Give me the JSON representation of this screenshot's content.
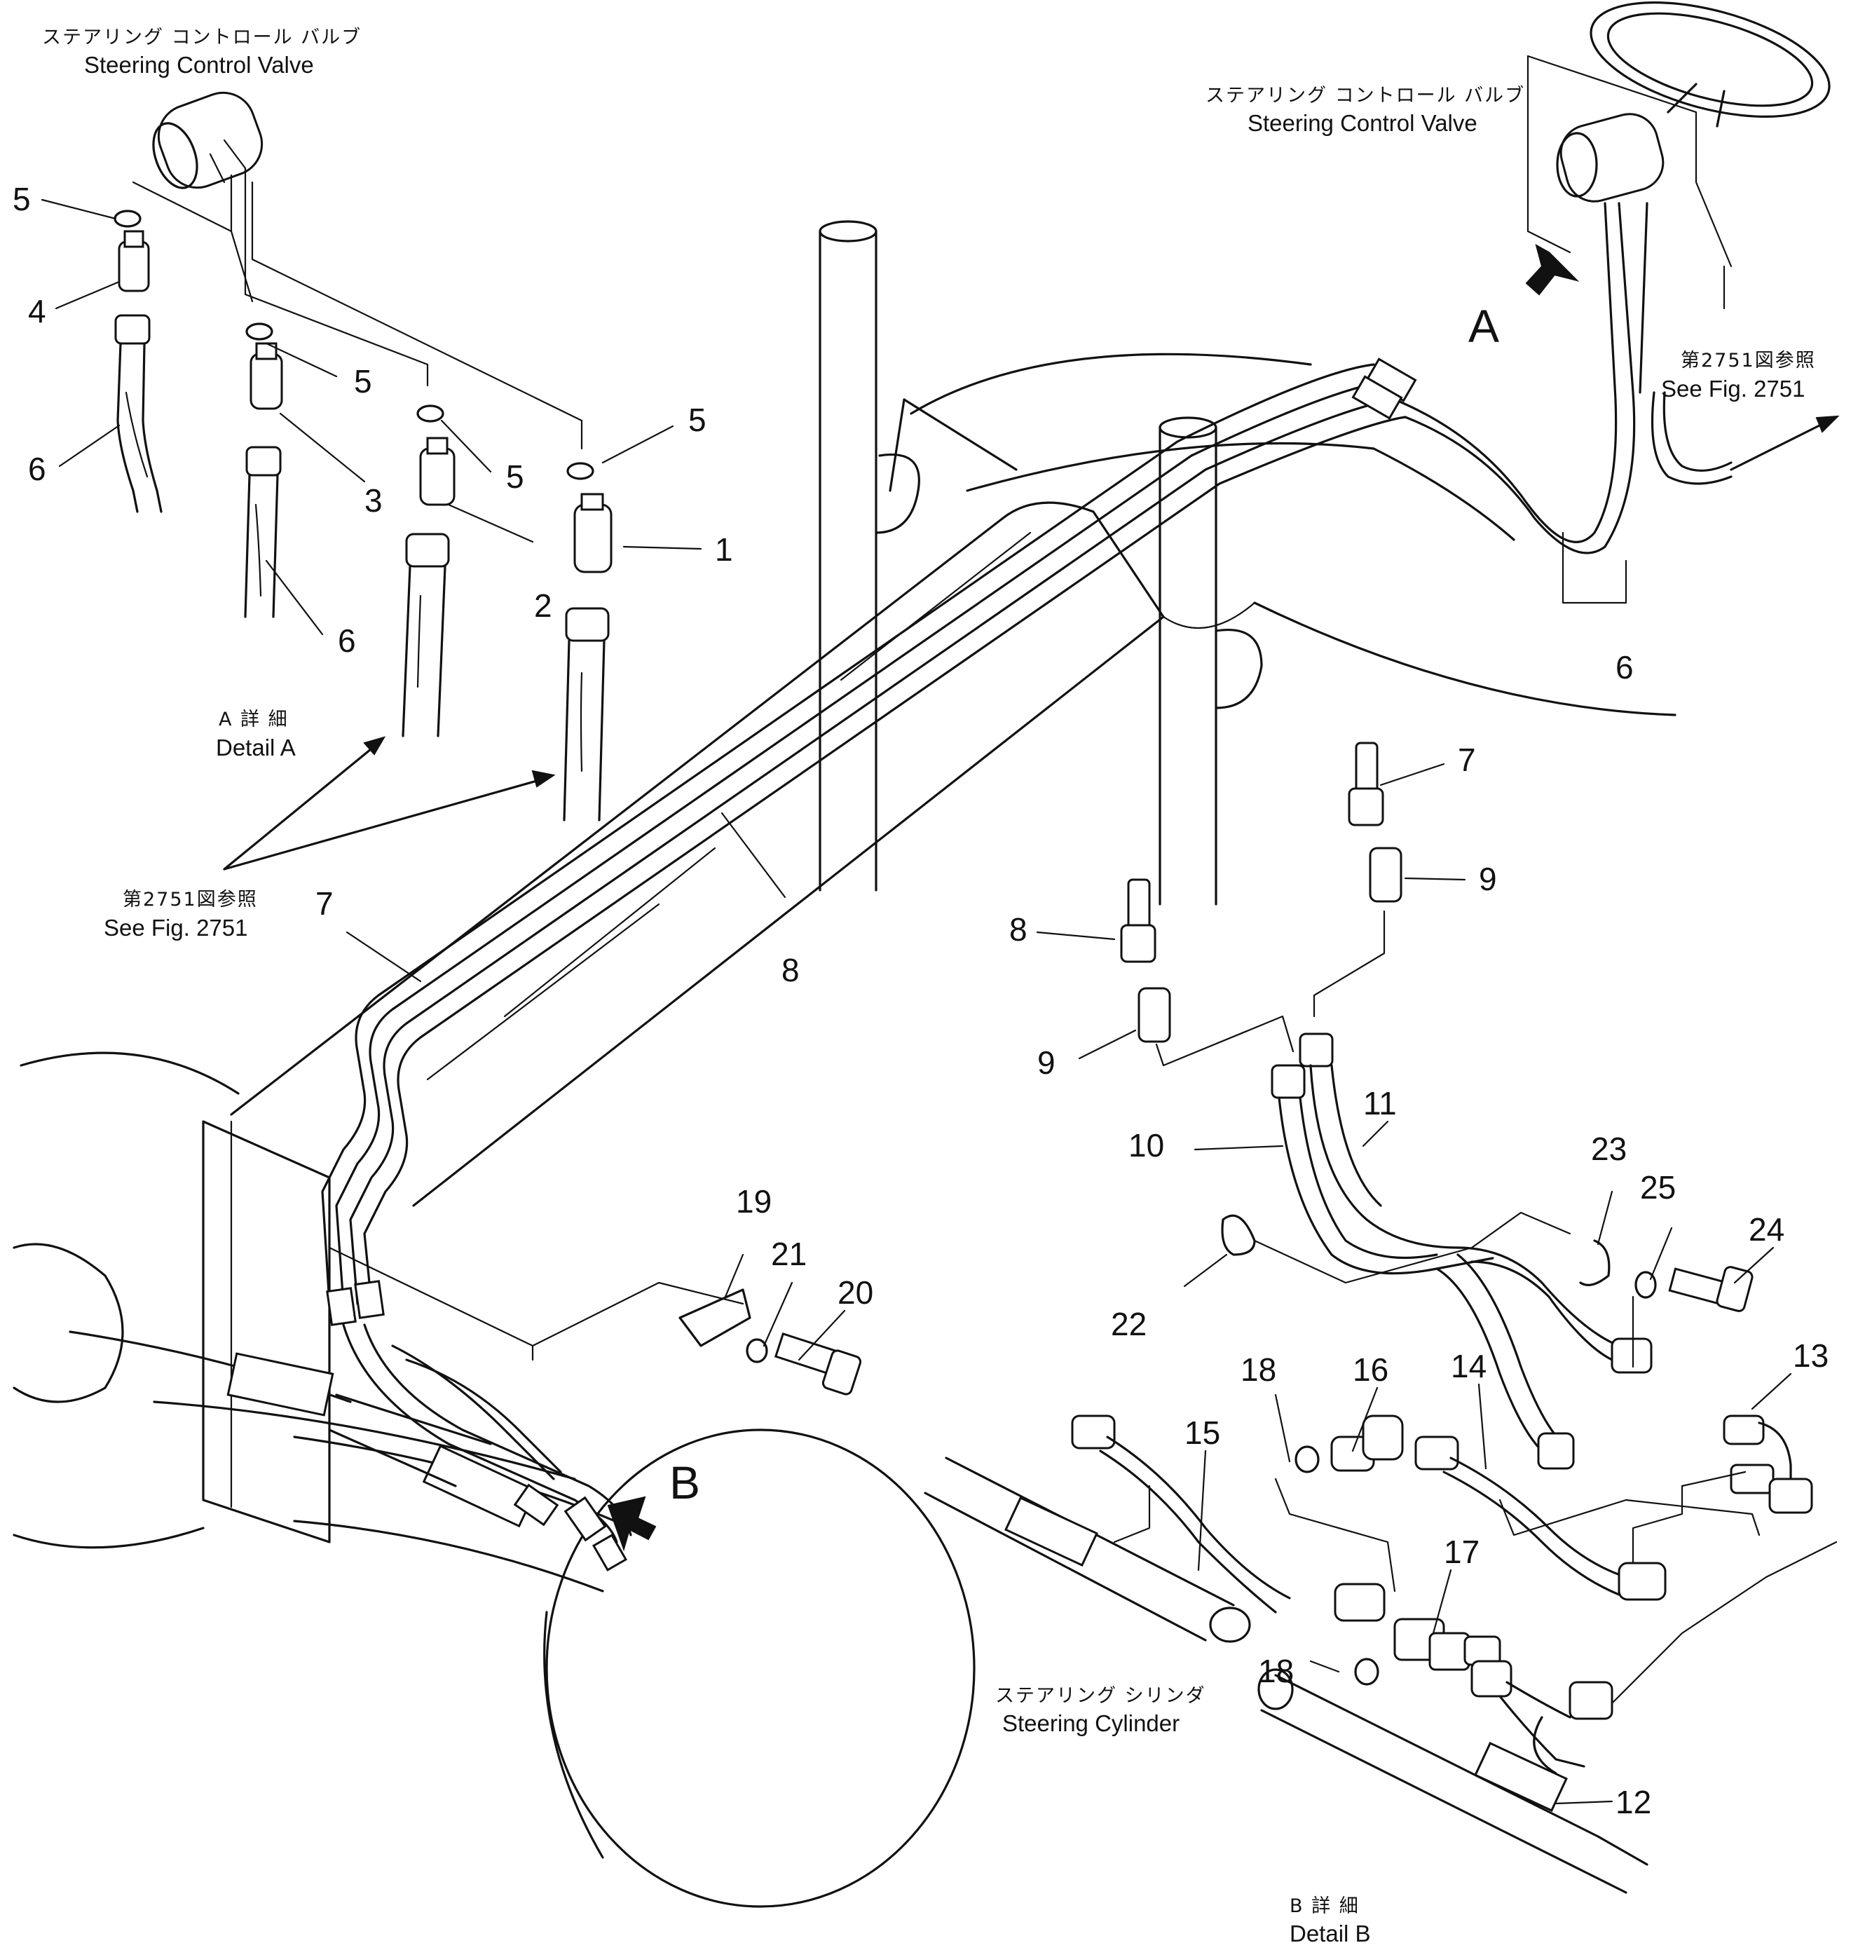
{
  "labels": {
    "control_valve_left_jp": "ステアリング コントロール バルブ",
    "control_valve_left_en": "Steering Control Valve",
    "control_valve_right_jp": "ステアリング コントロール バルブ",
    "control_valve_right_en": "Steering Control Valve",
    "see_fig_right_jp": "第2751図参照",
    "see_fig_right_en": "See Fig. 2751",
    "see_fig_left_jp": "第2751図参照",
    "see_fig_left_en": "See Fig. 2751",
    "detail_a_jp": "A 詳 細",
    "detail_a_en": "Detail A",
    "detail_b_jp": "B 詳 細",
    "detail_b_en": "Detail B",
    "steering_cylinder_jp": "ステアリング シリンダ",
    "steering_cylinder_en": "Steering Cylinder",
    "view_a": "A",
    "view_b": "B"
  },
  "callouts": {
    "c1": "1",
    "c2": "2",
    "c3": "3",
    "c4": "4",
    "c5a": "5",
    "c5b": "5",
    "c5c": "5",
    "c5d": "5",
    "c6a": "6",
    "c6b": "6",
    "c6c": "6",
    "c7a": "7",
    "c7b": "7",
    "c8a": "8",
    "c8b": "8",
    "c9a": "9",
    "c9b": "9",
    "c10": "10",
    "c11": "11",
    "c12": "12",
    "c13": "13",
    "c14": "14",
    "c15": "15",
    "c16": "16",
    "c17": "17",
    "c18a": "18",
    "c18b": "18",
    "c19": "19",
    "c20": "20",
    "c21": "21",
    "c22": "22",
    "c23": "23",
    "c24": "24",
    "c25": "25"
  }
}
